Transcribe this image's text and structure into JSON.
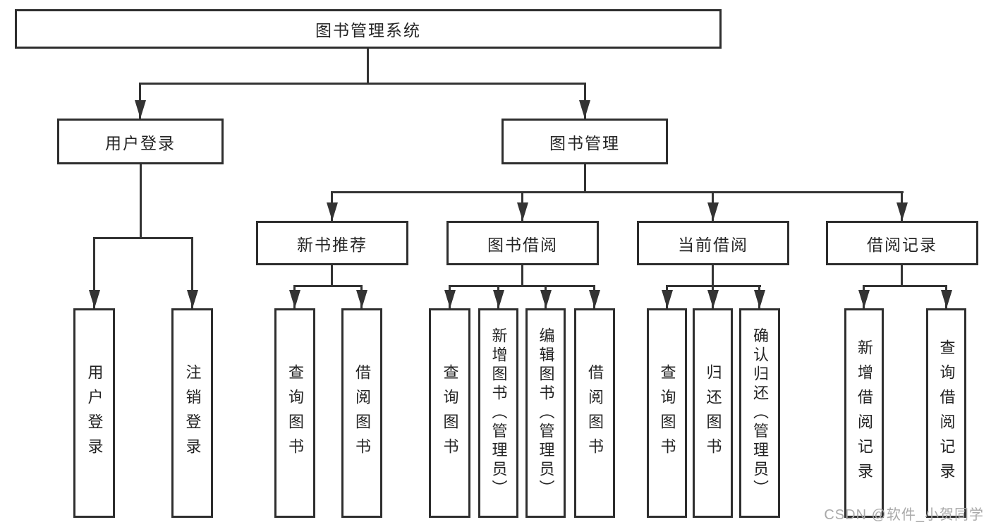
{
  "tree": {
    "root": "图书管理系统",
    "branches": [
      {
        "label": "用户登录",
        "children": [
          "用户登录",
          "注销登录"
        ]
      },
      {
        "label": "图书管理",
        "children": [
          {
            "label": "新书推荐",
            "children": [
              "查询图书",
              "借阅图书"
            ]
          },
          {
            "label": "图书借阅",
            "children": [
              "查询图书",
              "新增图书（管理员）",
              "编辑图书（管理员）",
              "借阅图书"
            ]
          },
          {
            "label": "当前借阅",
            "children": [
              "查询图书",
              "归还图书",
              "确认归还（管理员）"
            ]
          },
          {
            "label": "借阅记录",
            "children": [
              "新增借阅记录",
              "查询借阅记录"
            ]
          }
        ]
      }
    ]
  },
  "watermark": "CSDN @软件_小贺同学",
  "colors": {
    "line": "#333333",
    "box_border": "#2e2e2e",
    "text": "#242424",
    "watermark": "#a9a9a9",
    "background": "#ffffff"
  }
}
